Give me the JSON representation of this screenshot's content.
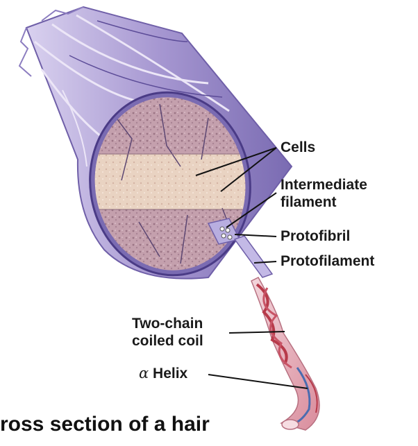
{
  "labels": {
    "cells": "Cells",
    "intermediate_filament": [
      "Intermediate",
      "filament"
    ],
    "protofibril": "Protofibril",
    "protofilament": "Protofilament",
    "two_chain_coiled_coil": [
      "Two-chain",
      "coiled coil"
    ],
    "alpha_helix_symbol": "α",
    "alpha_helix_text": "Helix"
  },
  "caption": "ross section of a hair",
  "colors": {
    "hair_shaft": "#a89bd0",
    "hair_shaft_dark": "#6f5fa8",
    "cross_section": "#c9a3b0",
    "cell_band": "#e7cdb8",
    "helix": "#d9a4b0",
    "helix_stripe": "#b73a4a",
    "helix_blue": "#4a6cb0",
    "leader": "#111111"
  }
}
